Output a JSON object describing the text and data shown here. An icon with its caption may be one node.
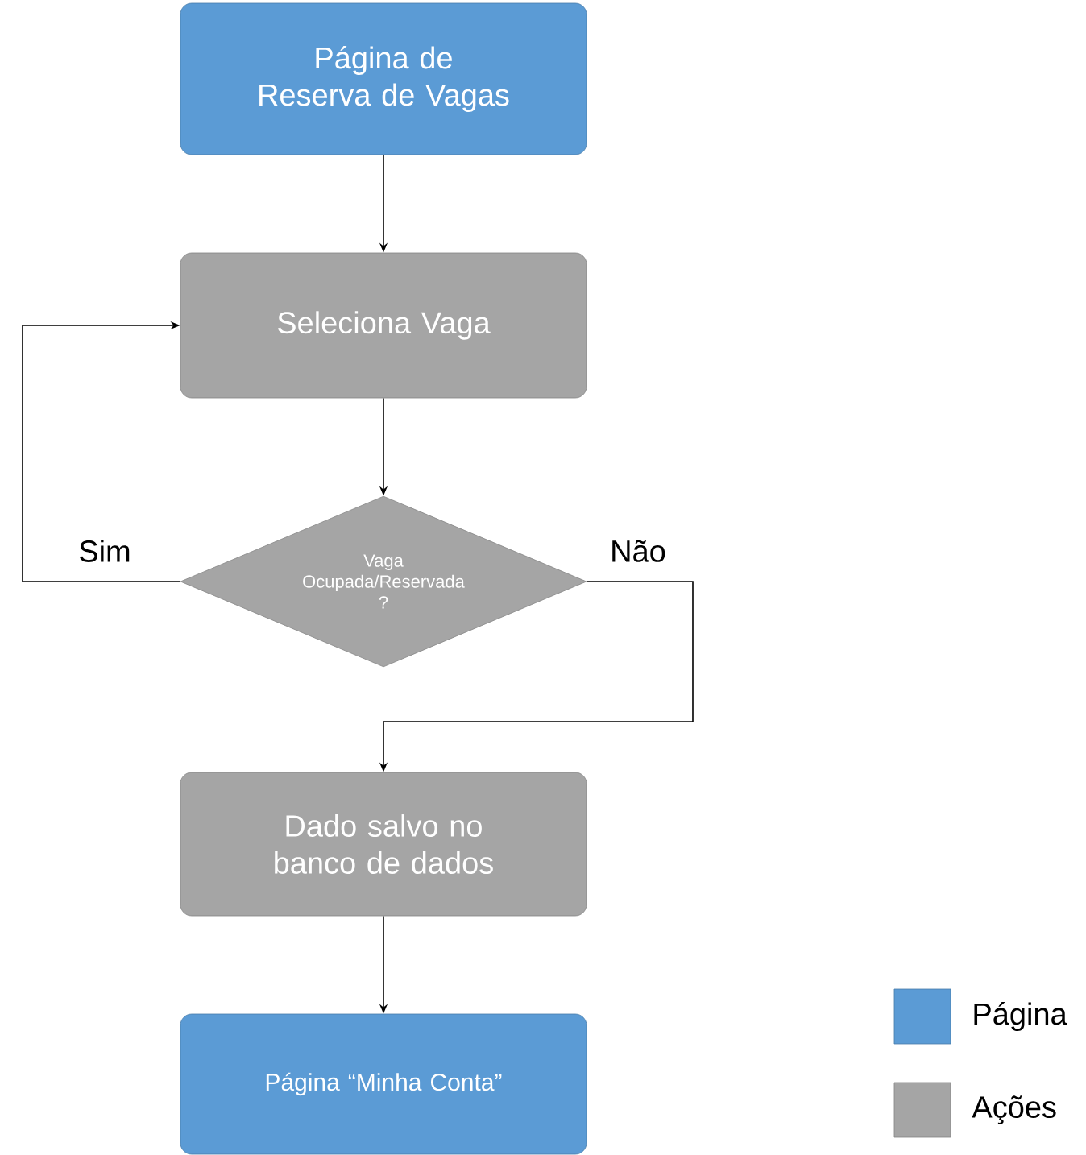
{
  "diagram": {
    "nodes": [
      {
        "text": [
          "Página de Reserva de Vagas"
        ]
      },
      {
        "text": [
          "Seleciona Vaga"
        ]
      },
      {
        "text": [
          "Vaga Ocupada/Reservada ?"
        ]
      },
      {
        "text": [
          "Dado salvo no banco de dados"
        ]
      },
      {
        "text": [
          "Página “Minha Conta”"
        ]
      }
    ],
    "edges": [
      {
        "from": 0,
        "to": 1,
        "arrow": "to"
      },
      {
        "from": 1,
        "to": 2,
        "arrow": "to"
      },
      {
        "from": 2,
        "to": 1,
        "arrow": "to",
        "label": "Sim"
      },
      {
        "from": 2,
        "to": 3,
        "arrow": "to",
        "label": "Não"
      },
      {
        "from": 3,
        "to": 4,
        "arrow": "to"
      }
    ],
    "legend": [
      {
        "text": "Página",
        "color": "#5b9bd5"
      },
      {
        "text": "Ações",
        "color": "#a5a5a5"
      }
    ]
  }
}
